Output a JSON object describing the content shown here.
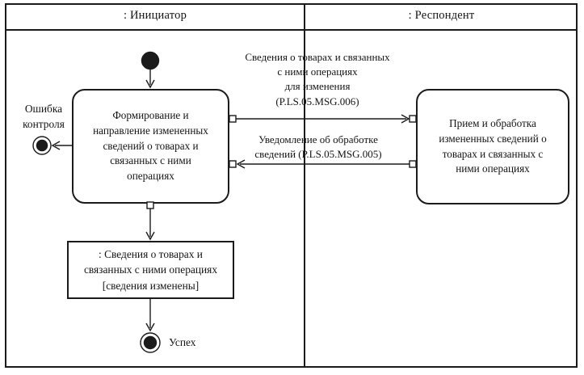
{
  "lanes": [
    {
      "label": ": Инициатор"
    },
    {
      "label": ": Респондент"
    }
  ],
  "nodes": {
    "initiator_activity": {
      "label": "Формирование и\nнаправление измененных\nсведений о товарах и\nсвязанных с ними\nоперациях"
    },
    "respondent_activity": {
      "label": "Прием и обработка\nизмененных сведений о\nтоварах и связанных с\nними операциях"
    },
    "object_node": {
      "label": ": Сведения о товарах и\nсвязанных с ними операциях\n[сведения изменены]"
    },
    "error_final": {
      "label": "Ошибка\nконтроля"
    },
    "success_final": {
      "label": "Успех"
    }
  },
  "edges": {
    "request": {
      "label": "Сведения о товарах и связанных\nс ними операциях\nдля изменения\n(P.LS.05.MSG.006)"
    },
    "response": {
      "label": "Уведомление об обработке\nсведений (P.LS.05.MSG.005)"
    }
  },
  "colors": {
    "line": "#1b1b1b",
    "background": "#ffffff"
  }
}
